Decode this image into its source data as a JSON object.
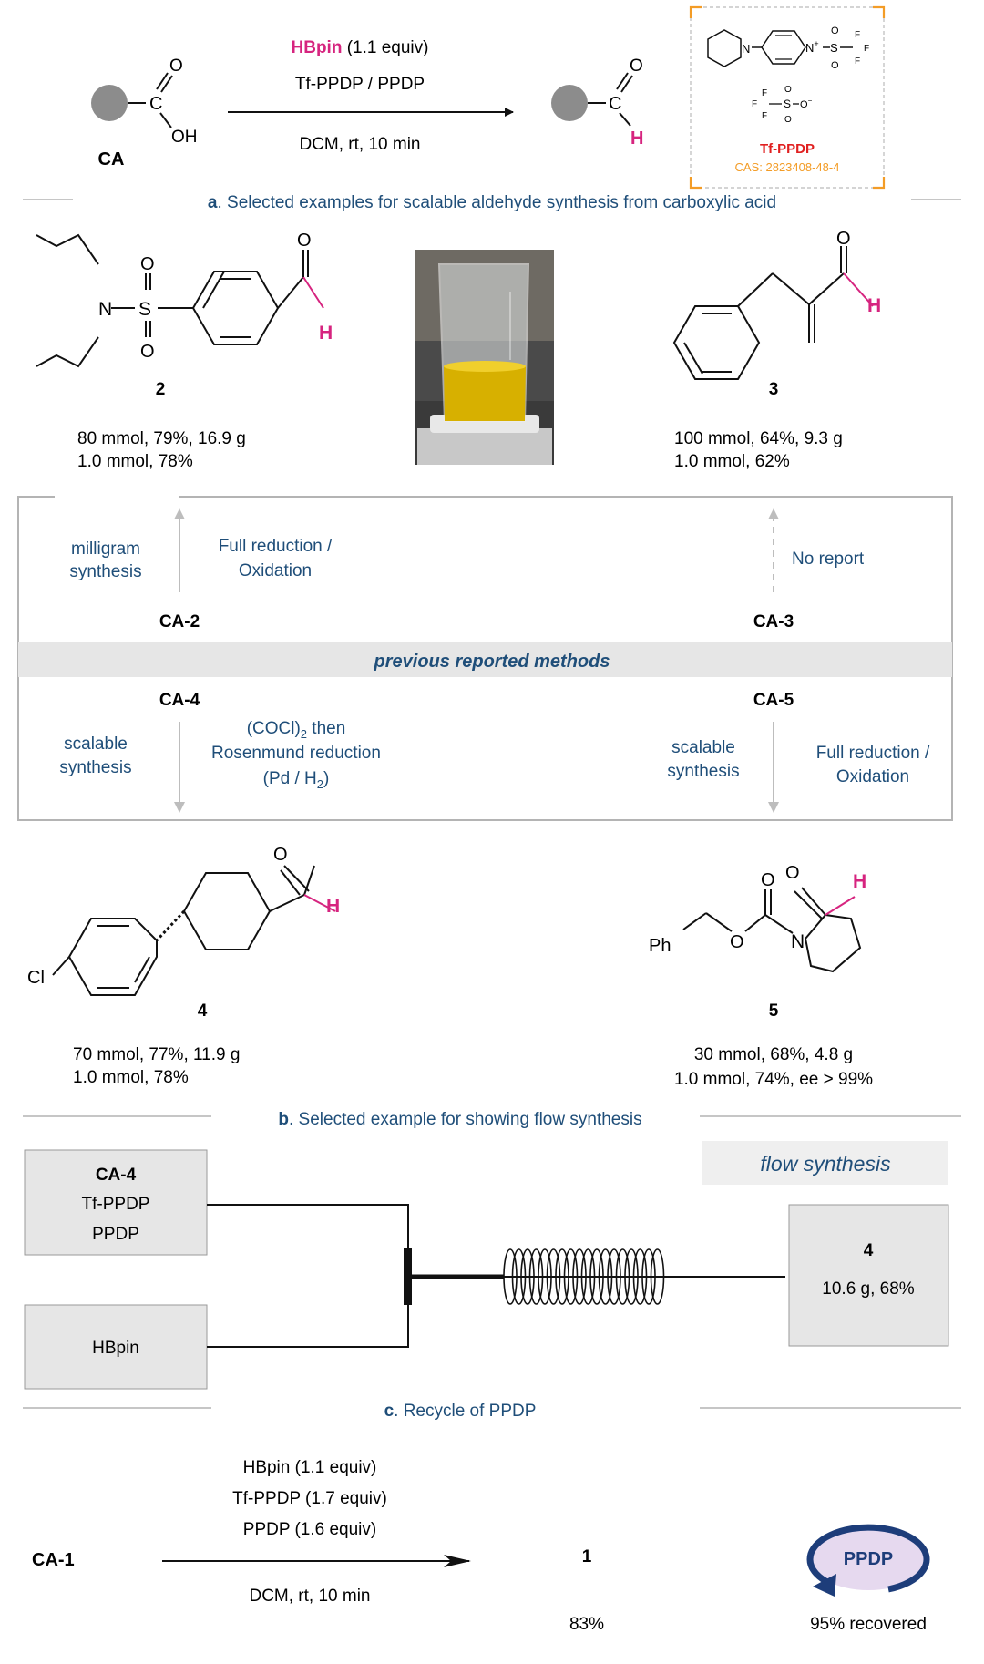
{
  "scheme": {
    "reagent_top": "HBpin",
    "reagent_top_amount": " (1.1 equiv)",
    "reagent_mid": "Tf-PPDP / PPDP",
    "conditions": "DCM, rt, 10 min",
    "start_label": "CA",
    "carbonyl_o": "O",
    "acid_oh": "OH",
    "aldehyde_h": "H"
  },
  "reagent_box": {
    "name": "Tf-PPDP",
    "cas": "CAS: 2823408-48-4",
    "atoms": {
      "n": "N",
      "n_plus": "N+",
      "s": "S",
      "o": "O",
      "o_minus": "O-",
      "f": "F"
    }
  },
  "sections": {
    "a_letter": "a",
    "a_title": ". Selected examples for scalable aldehyde synthesis from carboxylic acid",
    "b_letter": "b",
    "b_title": ". Selected example for showing flow synthesis",
    "c_letter": "c",
    "c_title": ". Recycle of PPDP"
  },
  "compounds": {
    "c2": {
      "label": "2",
      "line1": "80 mmol, 79%, 16.9 g",
      "line2": "1.0 mmol, 78%"
    },
    "c3": {
      "label": "3",
      "line1": "100 mmol, 64%, 9.3 g",
      "line2": "1.0 mmol, 62%"
    },
    "c4": {
      "label": "4",
      "line1": "70 mmol, 77%, 11.9 g",
      "line2": "1.0 mmol, 78%"
    },
    "c5": {
      "label": "5",
      "line1": "30 mmol, 68%, 4.8 g",
      "line2": "1.0 mmol, 74%,  ee > 99%"
    }
  },
  "atoms": {
    "n": "N",
    "s": "S",
    "o": "O",
    "h": "H",
    "cl": "Cl",
    "ph": "Ph"
  },
  "previous": {
    "banner": "previous reported methods",
    "ca2": "CA-2",
    "ca2_left_1": "milligram",
    "ca2_left_2": "synthesis",
    "ca2_right_1": "Full reduction /",
    "ca2_right_2": "Oxidation",
    "ca3": "CA-3",
    "ca3_right": "No report",
    "ca4": "CA-4",
    "ca4_left_1": "scalable",
    "ca4_left_2": "synthesis",
    "ca4_right_1": "(COCl)",
    "ca4_right_1_sub": "2",
    "ca4_right_1_end": " then",
    "ca4_right_2": "Rosenmund reduction",
    "ca4_right_3": "(Pd / H",
    "ca4_right_3_sub": "2",
    "ca4_right_3_end": ")",
    "ca5": "CA-5",
    "ca5_left_1": "scalable",
    "ca5_left_2": "synthesis",
    "ca5_right_1": "Full reduction /",
    "ca5_right_2": "Oxidation"
  },
  "flow": {
    "feed1_l1": "CA-4",
    "feed1_l2": "Tf-PPDP",
    "feed1_l3": "PPDP",
    "feed2": "HBpin",
    "tag": "flow synthesis",
    "product_label": "4",
    "product_yield": "10.6 g,  68%"
  },
  "recycle": {
    "start": "CA-1",
    "reagent1": "HBpin (1.1 equiv)",
    "reagent2": "Tf-PPDP (1.7 equiv)",
    "reagent3": "PPDP (1.6 equiv)",
    "conditions": "DCM, rt, 10 min",
    "product": "1",
    "product_yield": "83%",
    "recycled": "PPDP",
    "recovered": "95% recovered"
  },
  "colors": {
    "magenta": "#d6247f",
    "blue": "#1f4e79",
    "red": "#e02020",
    "orange": "#f39c26",
    "gray_box": "#e6e6e6",
    "gray_line": "#b4b4b4",
    "navy": "#1d3d7a",
    "lavender": "#e6d9ef"
  }
}
